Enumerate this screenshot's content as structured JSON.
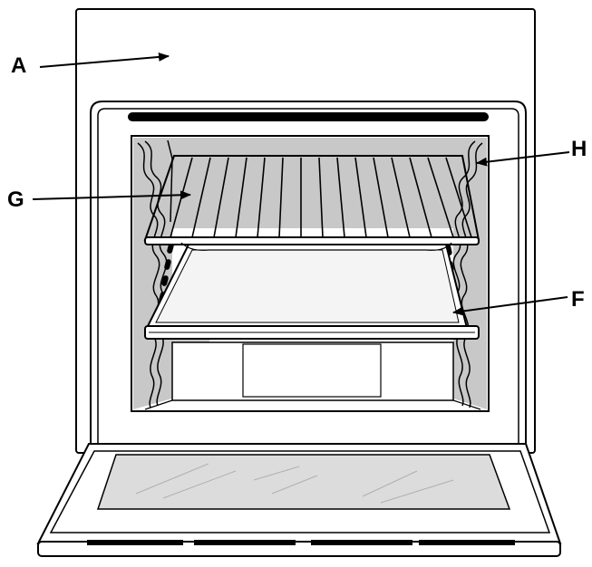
{
  "labels": {
    "a": "A",
    "g": "G",
    "h": "H",
    "f": "F"
  },
  "colors": {
    "line": "#000000",
    "background": "#ffffff",
    "cavity_shade": "#c8c8c8",
    "glass": "#dcdcdc",
    "panel_light": "#f4f4f4"
  }
}
